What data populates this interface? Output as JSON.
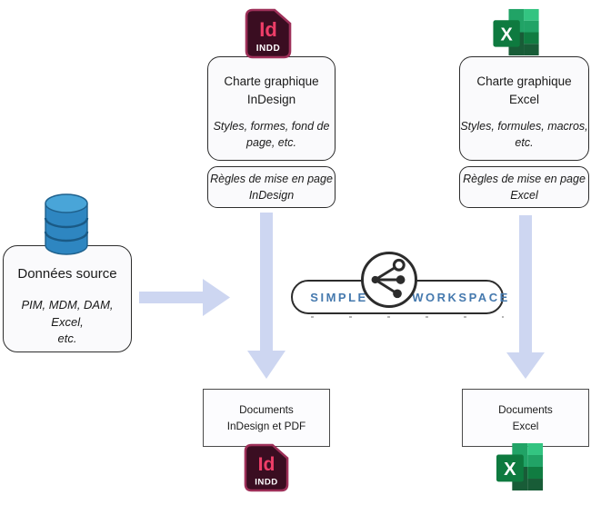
{
  "colors": {
    "arrow": "#cdd6f1",
    "logo_blue": "#4579ae",
    "dark_outline": "#2c2c2c",
    "indd_background": "#3a0d21",
    "indd_border": "#9e3059",
    "indd_pink": "#ef3e68",
    "excel_green_light": "#33c481",
    "excel_green": "#21a366",
    "excel_green_dark": "#107c41",
    "excel_green_deep": "#185c37",
    "database_blue": "#2e86c1",
    "database_blue_top": "#49a5d8"
  },
  "icons": {
    "indd": {
      "id_text": "Id",
      "label": "INDD"
    },
    "excel": {
      "letter": "X"
    }
  },
  "nodes": {
    "charte_indesign": {
      "title": "Charte graphique\nInDesign",
      "details": "Styles, formes, fond de\npage, etc."
    },
    "regles_indesign": {
      "label": "Règles de mise en page\nInDesign"
    },
    "charte_excel": {
      "title": "Charte graphique\nExcel",
      "details": "Styles, formules, macros,\netc."
    },
    "regles_excel": {
      "label": "Règles de mise en page\nExcel"
    },
    "donnees_source": {
      "title": "Données source",
      "details": "PIM, MDM, DAM, Excel,\netc."
    },
    "documents_indesign": {
      "label": "Documents\nInDesign et PDF"
    },
    "documents_excel": {
      "label": "Documents\nExcel"
    }
  },
  "logo": {
    "left_text": "SIMPLE",
    "right_text": "WORKSPACE"
  }
}
